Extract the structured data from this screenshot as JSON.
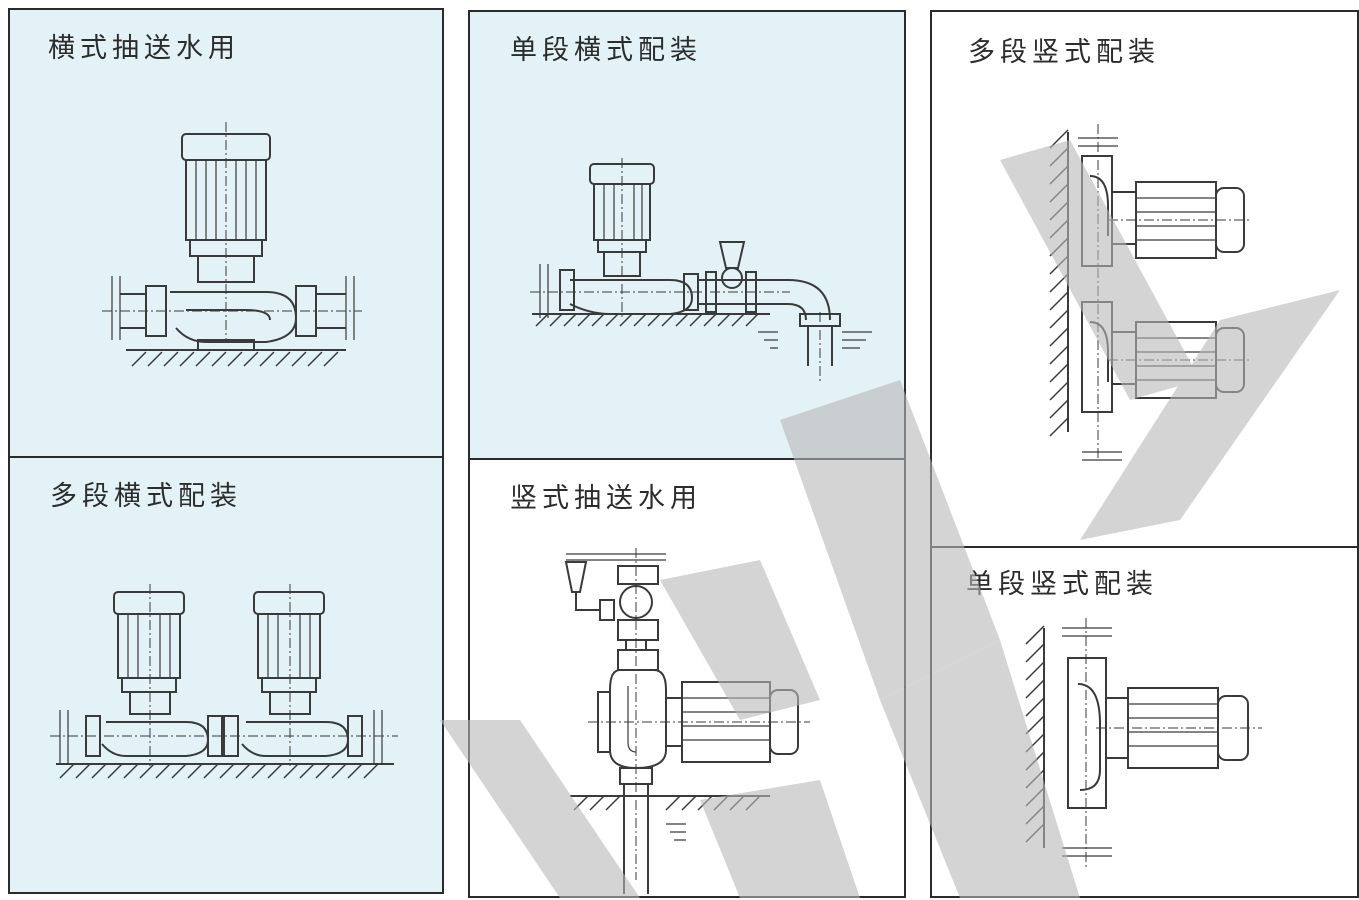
{
  "panels": [
    {
      "id": "horizontal-pumping",
      "title": "横式抽送水用"
    },
    {
      "id": "single-stage-horizontal",
      "title": "单段横式配装"
    },
    {
      "id": "multi-stage-vertical",
      "title": "多段竖式配装"
    },
    {
      "id": "multi-stage-horizontal",
      "title": "多段横式配装"
    },
    {
      "id": "vertical-pumping",
      "title": "竖式抽送水用"
    },
    {
      "id": "single-stage-vertical",
      "title": "单段竖式配装"
    }
  ],
  "colors": {
    "panel_fill": "#e3f2f6",
    "line": "#3a3a3a",
    "watermark": "#b8b8b8"
  }
}
